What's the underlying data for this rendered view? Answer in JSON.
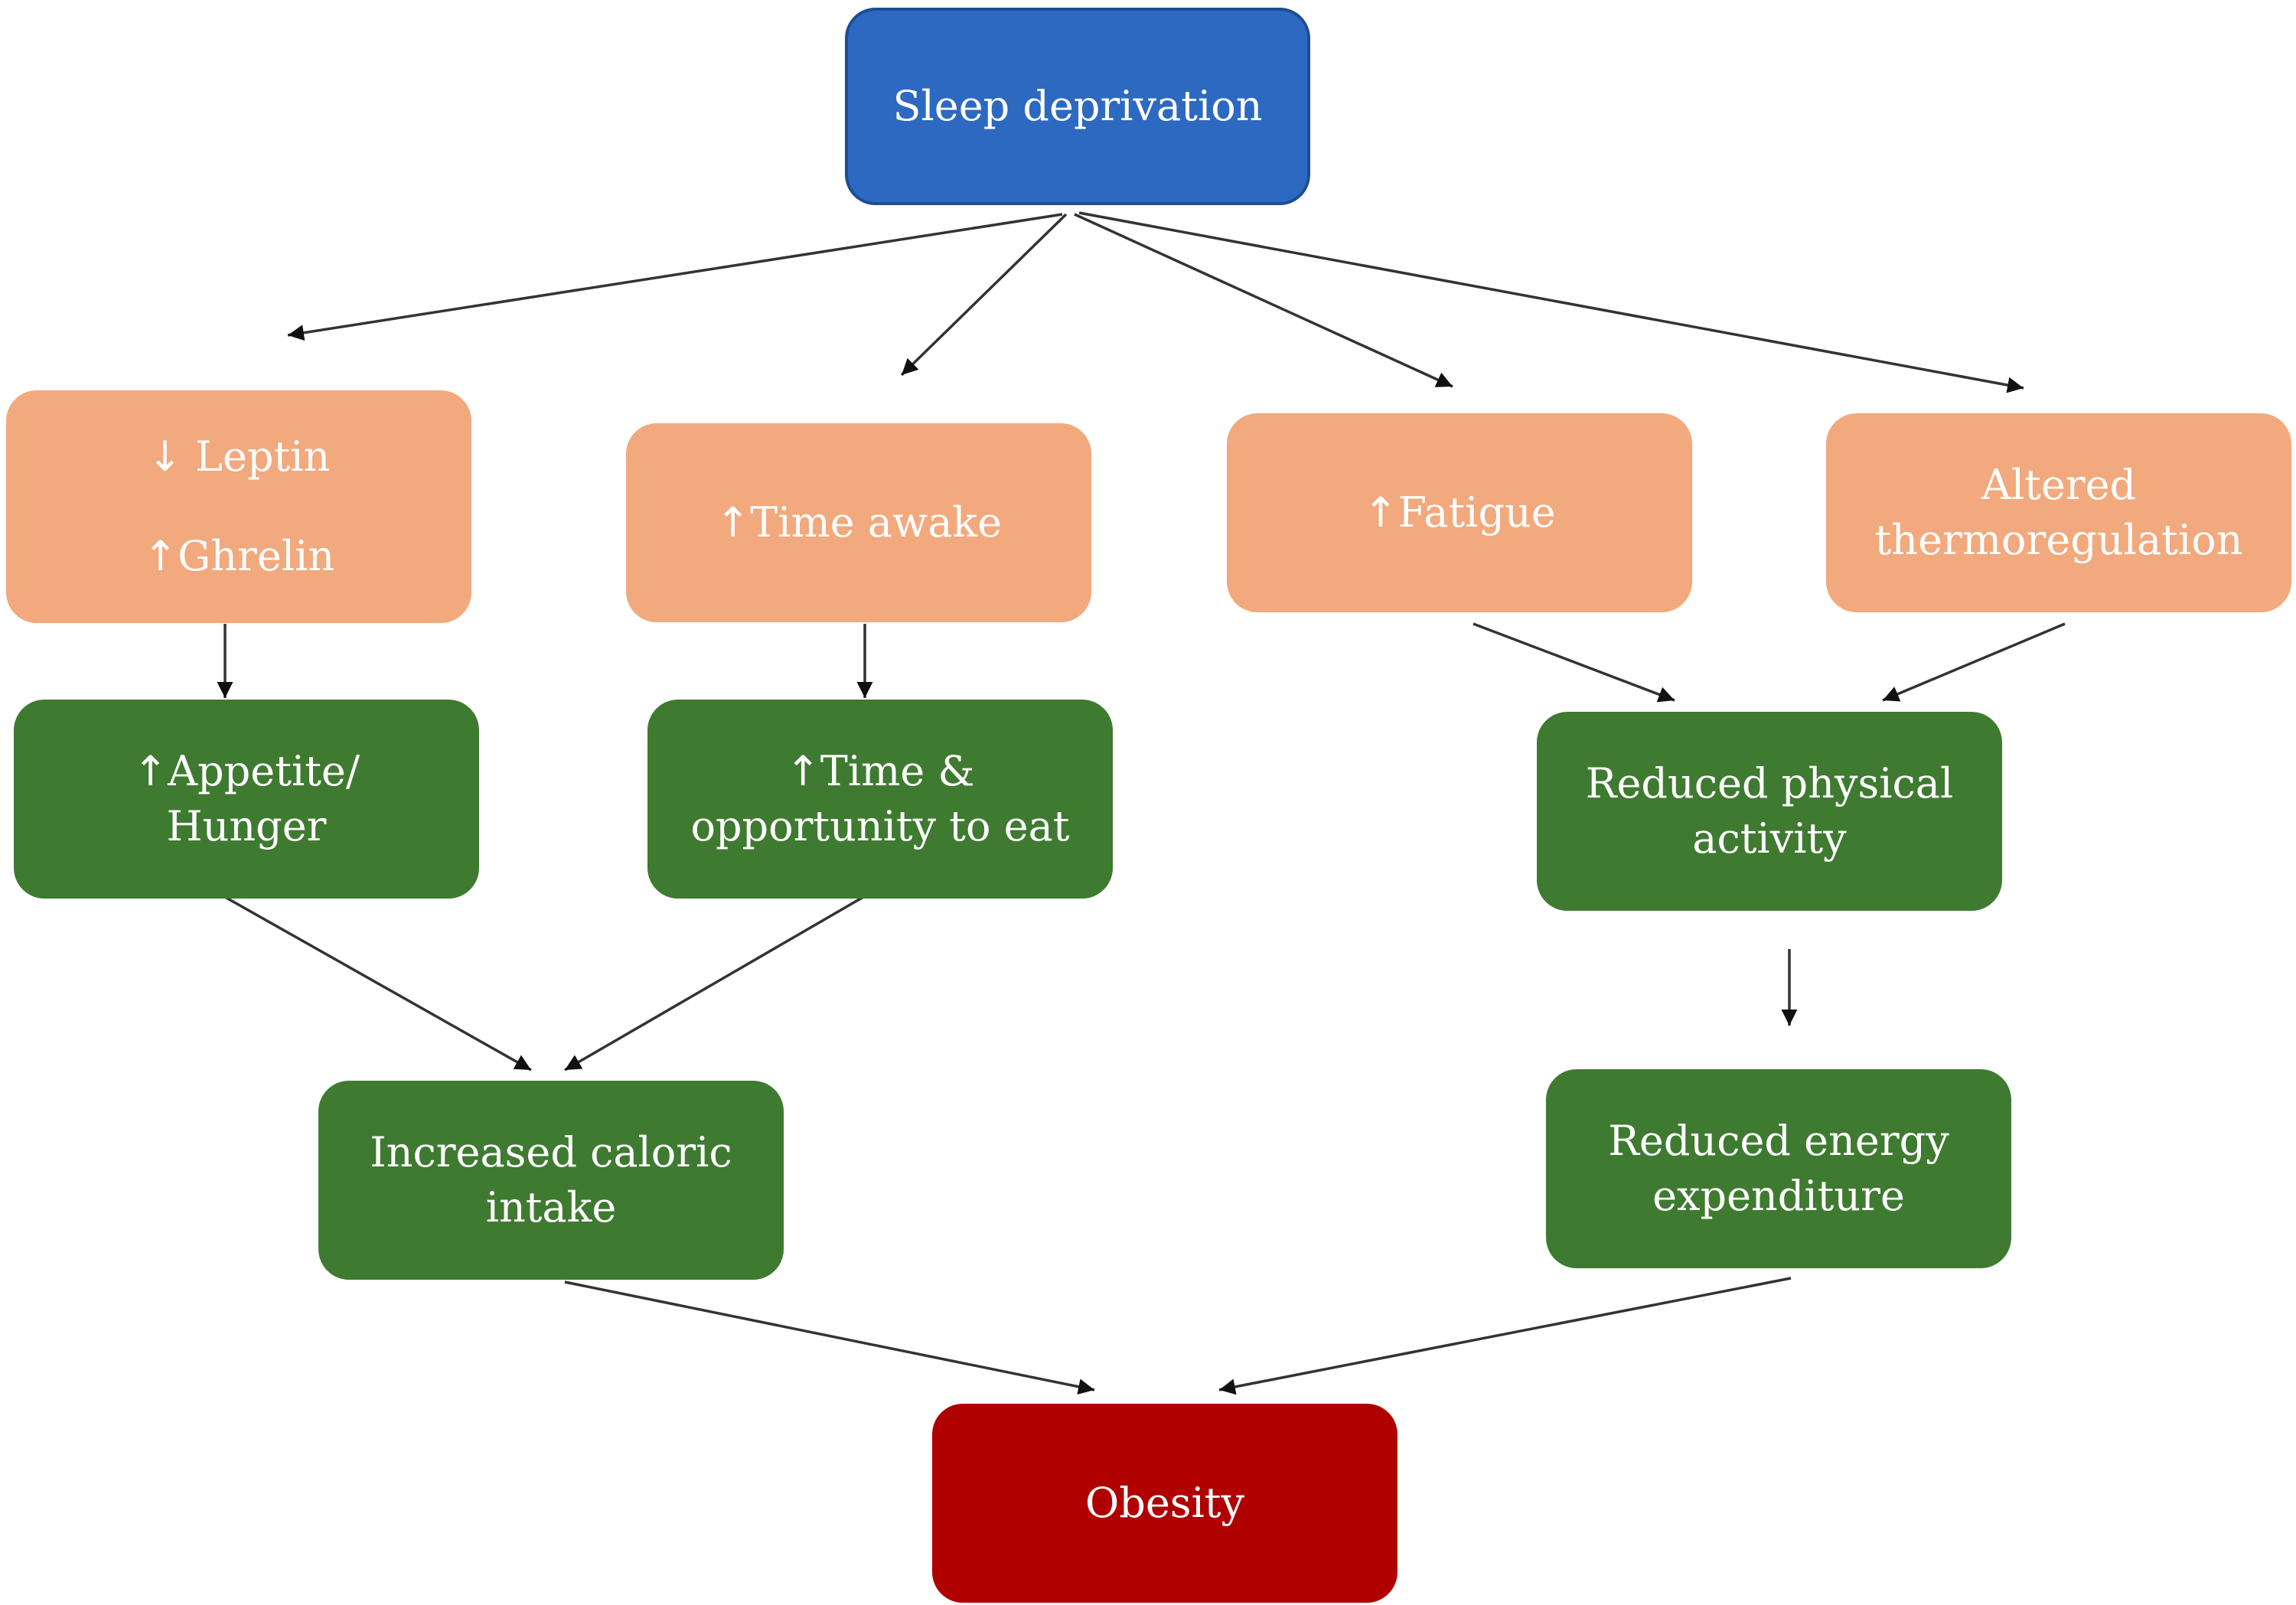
{
  "nodes": {
    "sleep_deprivation": {
      "text": "Sleep deprivation",
      "color": "#2d69c1"
    },
    "leptin_ghrelin": {
      "line1_glyph": "↓",
      "line1_text": "Leptin",
      "line2_glyph": "↑",
      "line2_text": "Ghrelin",
      "color": "#f2a97d"
    },
    "time_awake": {
      "glyph": "↑",
      "text": "Time awake",
      "color": "#f2a97d"
    },
    "fatigue": {
      "glyph": "↑",
      "text": "Fatigue",
      "color": "#f2a97d"
    },
    "altered_thermoregulation": {
      "line1": "Altered",
      "line2": "thermoregulation",
      "color": "#f2a97d"
    },
    "appetite_hunger": {
      "glyph": "↑",
      "line1": "Appetite/",
      "line2": "Hunger",
      "color": "#3f7a31"
    },
    "time_opportunity": {
      "glyph": "↑",
      "line1": "Time &",
      "line2": "opportunity to eat",
      "color": "#3f7a31"
    },
    "reduced_physical_activity": {
      "line1": "Reduced physical",
      "line2": "activity",
      "color": "#3f7a31"
    },
    "increased_caloric_intake": {
      "line1": "Increased caloric",
      "line2": "intake",
      "color": "#3f7a31"
    },
    "reduced_energy_expenditure": {
      "line1": "Reduced energy",
      "line2": "expenditure",
      "color": "#3f7a31"
    },
    "obesity": {
      "text": "Obesity",
      "color": "#b00000"
    }
  },
  "edges": [
    {
      "from": "sleep_deprivation",
      "to": "leptin_ghrelin"
    },
    {
      "from": "sleep_deprivation",
      "to": "time_awake"
    },
    {
      "from": "sleep_deprivation",
      "to": "fatigue"
    },
    {
      "from": "sleep_deprivation",
      "to": "altered_thermoregulation"
    },
    {
      "from": "leptin_ghrelin",
      "to": "appetite_hunger"
    },
    {
      "from": "time_awake",
      "to": "time_opportunity"
    },
    {
      "from": "fatigue",
      "to": "reduced_physical_activity"
    },
    {
      "from": "altered_thermoregulation",
      "to": "reduced_physical_activity"
    },
    {
      "from": "appetite_hunger",
      "to": "increased_caloric_intake"
    },
    {
      "from": "time_opportunity",
      "to": "increased_caloric_intake"
    },
    {
      "from": "reduced_physical_activity",
      "to": "reduced_energy_expenditure"
    },
    {
      "from": "increased_caloric_intake",
      "to": "obesity"
    },
    {
      "from": "reduced_energy_expenditure",
      "to": "obesity"
    }
  ],
  "arrow_color": "#333333"
}
